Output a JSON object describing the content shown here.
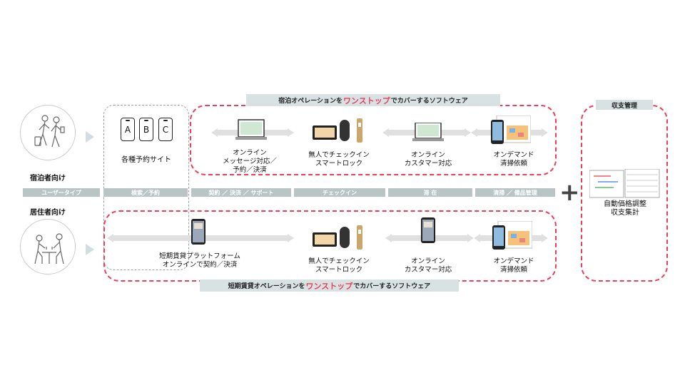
{
  "user_type": {
    "accommodation": "宿泊者向け",
    "residential": "居住者向け"
  },
  "top_band": {
    "prefix": "宿泊オペレーションを",
    "highlight": "ワンストップ",
    "suffix": "でカバーするソフトウェア"
  },
  "bottom_band": {
    "prefix": "短期賃貸オペレーションを",
    "highlight": "ワンストップ",
    "suffix": "でカバーするソフトウェア"
  },
  "revenue": {
    "header": "収支管理",
    "line1": "自動価格調整",
    "line2": "収支集計"
  },
  "phones": [
    "A",
    "B",
    "C"
  ],
  "booking_label": "各種予約サイト",
  "segments": [
    "ユーザータイプ",
    "検索／予約",
    "契約 ／ 決済 ／ サポート",
    "チェックイン",
    "滞 在",
    "清掃 ／ 備品管理"
  ],
  "top_items": {
    "online": [
      "オンライン",
      "メッセージ対応／",
      "予約／決済"
    ],
    "checkin": [
      "無人でチェックイン",
      "スマートロック"
    ],
    "support": [
      "オンライン",
      "カスタマー対応"
    ],
    "cleaning": [
      "オンデマンド",
      "清掃依頼"
    ]
  },
  "bottom_items": {
    "platform": [
      "短期賃貸プラットフォーム",
      "オンラインで契約／決済"
    ],
    "checkin": [
      "無人でチェックイン",
      "スマートロック"
    ],
    "support": [
      "オンライン",
      "カスタマー対応"
    ],
    "cleaning": [
      "オンデマンド",
      "清掃依頼"
    ]
  },
  "plus": "+"
}
